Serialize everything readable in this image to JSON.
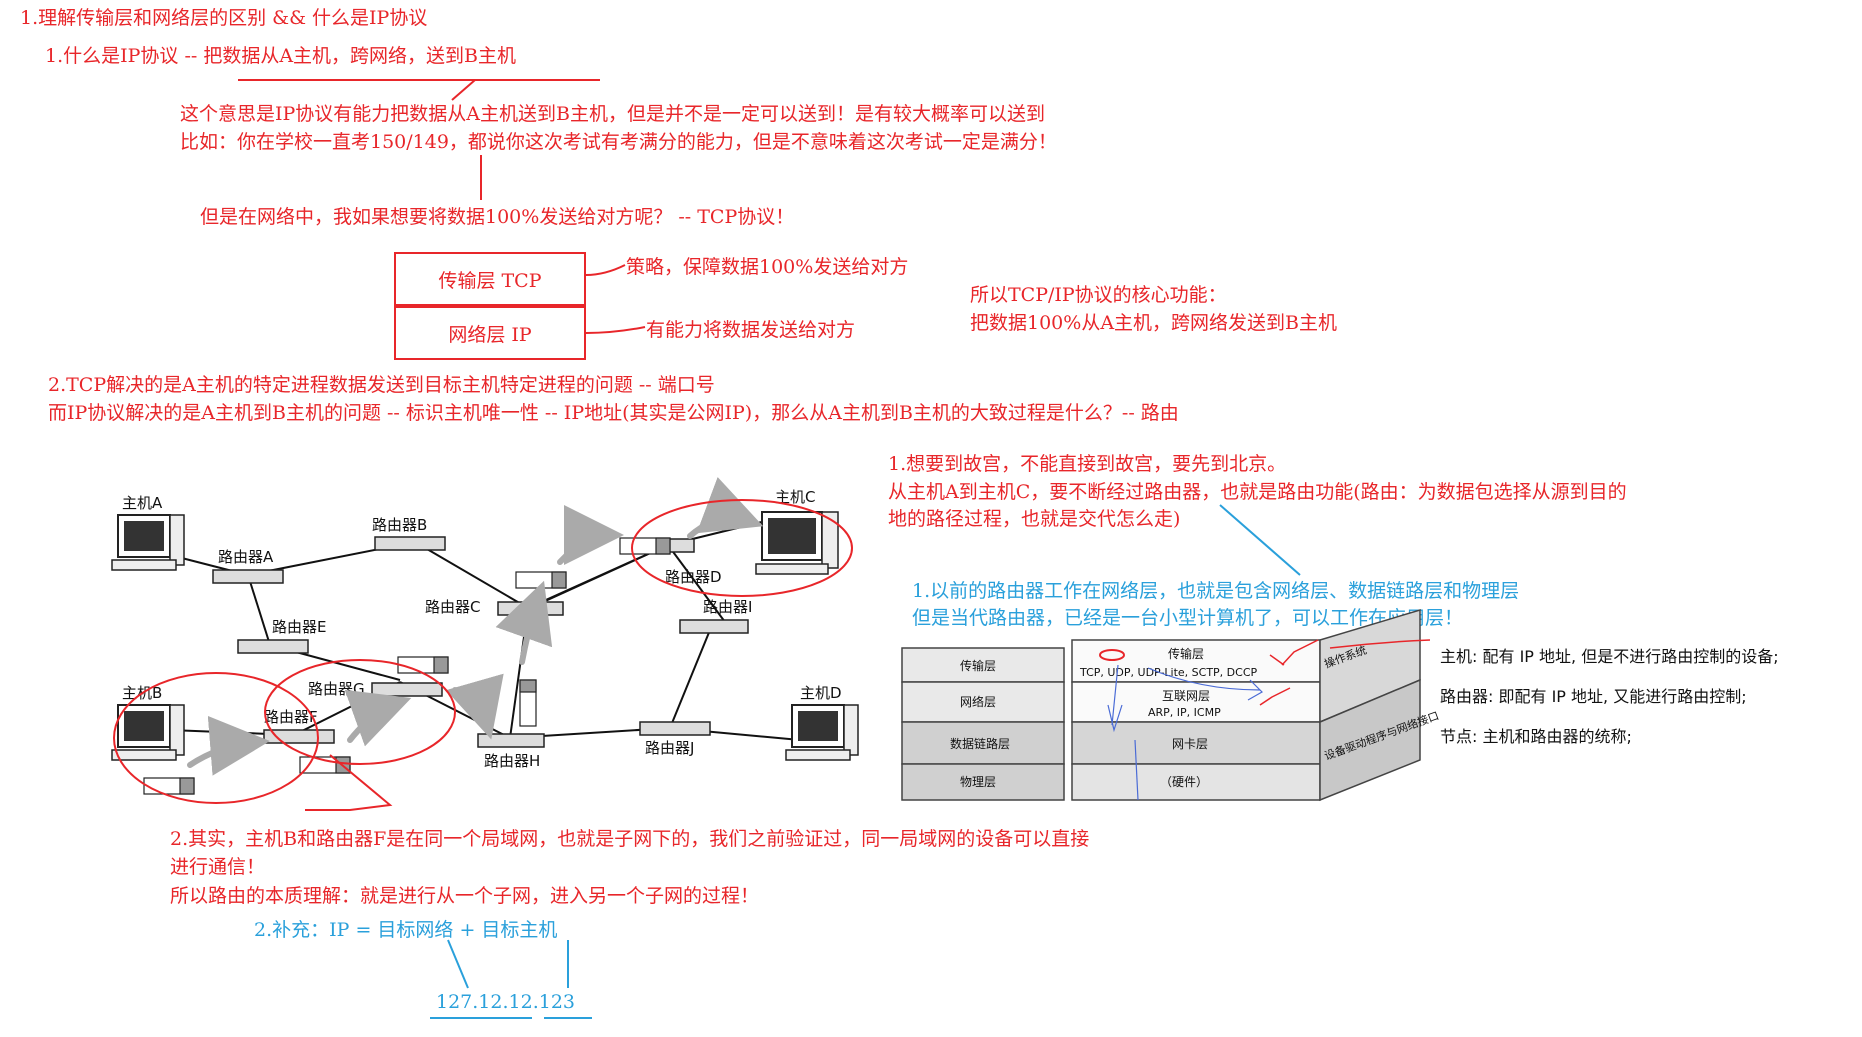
{
  "section1": {
    "heading": "1.理解传输层和网络层的区别  &&  什么是IP协议",
    "q1": "1.什么是IP协议 -- 把数据从A主机，跨网络，送到B主机",
    "explain1": "这个意思是IP协议有能力把数据从A主机送到B主机，但是并不是一定可以送到！是有较大概率可以送到",
    "explain2": "比如：你在学校一直考150/149，都说你这次考试有考满分的能力，但是不意味着这次考试一定是满分！",
    "tcp_question": "但是在网络中，我如果想要将数据100%发送给对方呢？ -- TCP协议！"
  },
  "layers": {
    "transport_box": "传输层 TCP",
    "network_box": "网络层 IP",
    "transport_note": "策略，保障数据100%发送给对方",
    "network_note": "有能力将数据发送给对方",
    "core_title": "所以TCP/IP协议的核心功能：",
    "core_body": "把数据100%从A主机，跨网络发送到B主机"
  },
  "section2": {
    "line1": "2.TCP解决的是A主机的特定进程数据发送到目标主机特定进程的问题 -- 端口号",
    "line2": "而IP协议解决的是A主机到B主机的问题 -- 标识主机唯一性 -- IP地址(其实是公网IP)，那么从A主机到B主机的大致过程是什么？-- 路由"
  },
  "routing_note": {
    "line1": "1.想要到故宫，不能直接到故宫，要先到北京。",
    "line2": "从主机A到主机C，要不断经过路由器，也就是路由功能(路由：为数据包选择从源到目的",
    "line3": "地的路径过程，也就是交代怎么走)"
  },
  "router_note": {
    "line1": "1.以前的路由器工作在网络层，也就是包含网络层、数据链路层和物理层",
    "line2": "但是当代路由器，已经是一台小型计算机了，可以工作在应用层！"
  },
  "network_diagram": {
    "hosts": [
      "主机A",
      "主机B",
      "主机C",
      "主机D"
    ],
    "routers": [
      "路由器A",
      "路由器B",
      "路由器C",
      "路由器D",
      "路由器E",
      "路由器F",
      "路由器G",
      "路由器H",
      "路由器I",
      "路由器J"
    ]
  },
  "stack_diagram": {
    "left_layers": [
      "传输层",
      "网络层",
      "数据链路层",
      "物理层"
    ],
    "mid_transport": "传输层",
    "mid_transport_protocols": "TCP, UDP, UDP-Lite, SCTP, DCCP",
    "mid_internet": "互联网层",
    "mid_internet_protocols": "ARP, IP, ICMP",
    "mid_nic": "网卡层",
    "mid_hw": "（硬件）",
    "side_os": "操作系统",
    "side_driver": "设备驱动程序与网络接口"
  },
  "definitions": {
    "host": "主机: 配有 IP 地址, 但是不进行路由控制的设备;",
    "router": "路由器: 即配有 IP 地址, 又能进行路由控制;",
    "node": "节点: 主机和路由器的统称;"
  },
  "subnet_note": {
    "line1": "2.其实，主机B和路由器F是在同一个局域网，也就是子网下的，我们之前验证过，同一局域网的设备可以直接",
    "line2": "进行通信！",
    "line3": "所以路由的本质理解：就是进行从一个子网，进入另一个子网的过程！"
  },
  "ip_note": {
    "formula": "2.补充：IP = 目标网络 + 目标主机",
    "example": "127.12.12.123"
  },
  "colors": {
    "red": "#e8262a",
    "blue": "#2aa0db"
  }
}
